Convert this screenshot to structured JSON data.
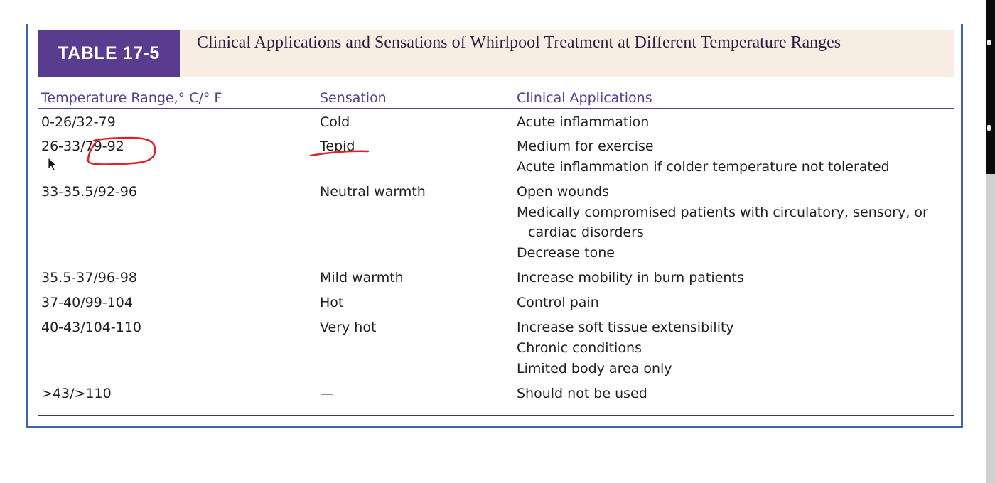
{
  "table": {
    "label": "TABLE 17-5",
    "title": "Clinical Applications and Sensations of Whirlpool Treatment at Different Temperature Ranges",
    "columns": {
      "range": "Temperature Range,° C/° F",
      "sensation": "Sensation",
      "applications": "Clinical Applications"
    },
    "rows": [
      {
        "range": "0-26/32-79",
        "sensation": "Cold",
        "applications": [
          "Acute inflammation"
        ]
      },
      {
        "range": "26-33/79-92",
        "sensation": "Tepid",
        "applications": [
          "Medium for exercise",
          "Acute inflammation if colder temperature not tolerated"
        ]
      },
      {
        "range": "33-35.5/92-96",
        "sensation": "Neutral warmth",
        "applications": [
          "Open wounds",
          "Medically compromised patients with circulatory, sensory, or",
          "cardiac disorders",
          "Decrease tone"
        ]
      },
      {
        "range": "35.5-37/96-98",
        "sensation": "Mild warmth",
        "applications": [
          "Increase mobility in burn patients"
        ]
      },
      {
        "range": "37-40/99-104",
        "sensation": "Hot",
        "applications": [
          "Control pain"
        ]
      },
      {
        "range": "40-43/104-110",
        "sensation": "Very hot",
        "applications": [
          "Increase soft tissue extensibility",
          "Chronic conditions",
          "Limited body area only"
        ]
      },
      {
        "range": ">43/>110",
        "sensation": "—",
        "applications": [
          "Should not be used"
        ]
      }
    ]
  },
  "colors": {
    "label_bg": "#5a3c8f",
    "header_band": "#f8ede2",
    "frame": "#3f63b3",
    "annotation": "#e0202a"
  }
}
